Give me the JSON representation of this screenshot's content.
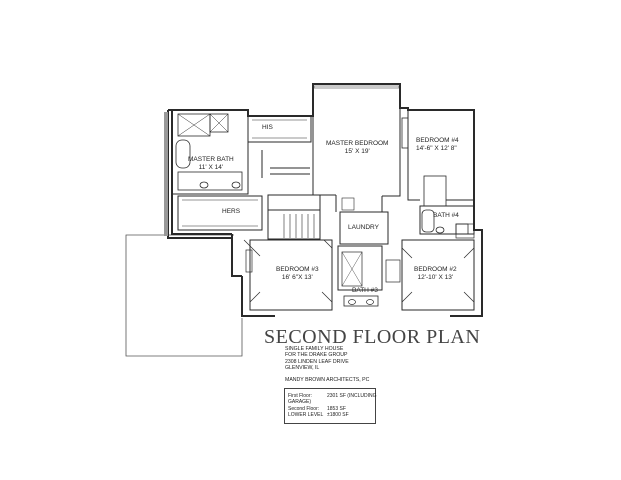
{
  "plan_title": "SECOND FLOOR PLAN",
  "rooms": {
    "his": {
      "name": "HIS"
    },
    "master_bedroom": {
      "name": "MASTER BEDROOM",
      "size": "15' X 19'"
    },
    "master_bath": {
      "name": "MASTER BATH",
      "size": "11' X 14'"
    },
    "hers": {
      "name": "HERS"
    },
    "bedroom4": {
      "name": "BEDROOM #4",
      "size": "14'-6\" X 12' 8\""
    },
    "bath4": {
      "name": "BATH #4"
    },
    "laundry": {
      "name": "LAUNDRY"
    },
    "bedroom3": {
      "name": "BEDROOM #3",
      "size": "16' 6\"X 13'"
    },
    "bedroom2": {
      "name": "BEDROOM #2",
      "size": "12'-10' X 13'"
    },
    "bath3": {
      "name": "BATH #3"
    }
  },
  "project": {
    "line1": "SINGLE FAMILY HOUSE",
    "line2": "FOR THE DRAKE GROUP",
    "line3": "2308 LINDEN LEAF DRIVE",
    "line4": "GLENVIEW, IL"
  },
  "architect": "MANDY BROWN ARCHITECTS, PC",
  "areas": [
    {
      "label": "First Floor:",
      "value": "2301 SF (INCLUDING"
    },
    {
      "label": "",
      "value": "GARAGE)"
    },
    {
      "label": "Second Floor:",
      "value": "1853  SF"
    },
    {
      "label": "LOWER LEVEL",
      "value": "±1800 SF"
    }
  ],
  "colors": {
    "line": "#2a2a2a",
    "hatch": "#777777",
    "background": "#ffffff"
  }
}
